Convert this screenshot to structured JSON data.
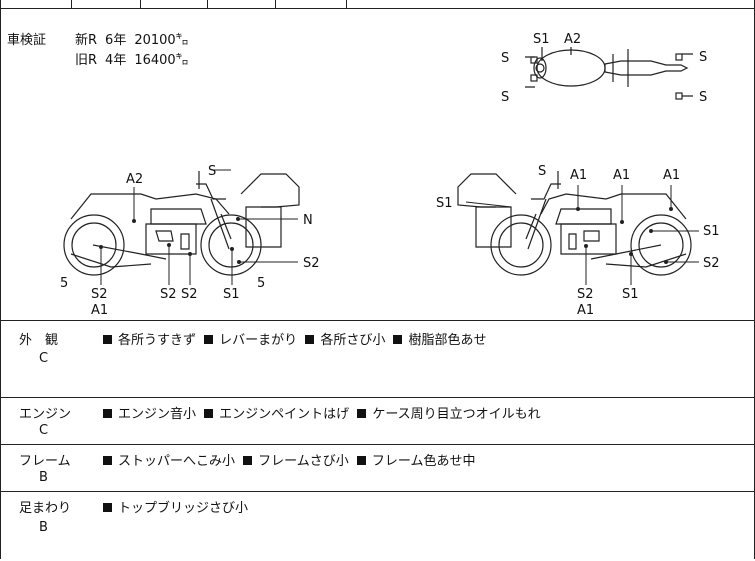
{
  "registration": {
    "label": "車検証",
    "lines": [
      {
        "code": "新R",
        "year": "6年",
        "km": "20100㌔"
      },
      {
        "code": "旧R",
        "year": "4年",
        "km": "16400㌔"
      }
    ]
  },
  "diagram_labels": {
    "top": [
      "S1",
      "A2",
      "S",
      "S",
      "S",
      "S"
    ],
    "left": [
      "A2",
      "S",
      "N",
      "S2",
      "5",
      "5",
      "S2",
      "A1",
      "S2",
      "S2",
      "S1"
    ],
    "right": [
      "S",
      "A1",
      "A1",
      "A1",
      "S1",
      "S1",
      "S2",
      "S2",
      "A1",
      "S1"
    ]
  },
  "sections": [
    {
      "category": "外　観",
      "grade": "C",
      "notes": [
        "各所うすきず",
        "レバーまがり",
        "各所さび小",
        "樹脂部色あせ"
      ]
    },
    {
      "category": "エンジン",
      "grade": "C",
      "notes": [
        "エンジン音小",
        "エンジンペイントはげ",
        "ケース周り目立つオイルもれ"
      ]
    },
    {
      "category": "フレーム",
      "grade": "B",
      "notes": [
        "ストッパーへこみ小",
        "フレームさび小",
        "フレーム色あせ中"
      ]
    },
    {
      "category": "足まわり",
      "grade": "B",
      "notes": [
        "トップブリッジさび小"
      ]
    }
  ]
}
